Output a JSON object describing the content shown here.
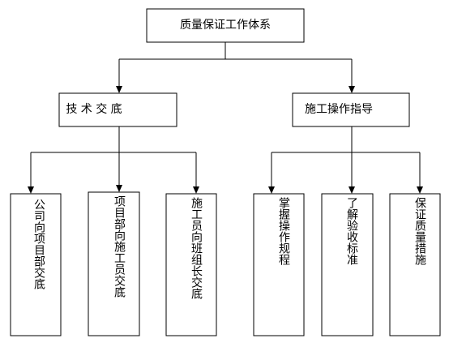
{
  "diagram": {
    "root": {
      "label": "质量保证工作体系"
    },
    "branches": [
      {
        "label": "技 术 交 底",
        "children": [
          "公司向项目部交底",
          "项目部向施工员交底",
          "施工员向班组长交底"
        ]
      },
      {
        "label": "施工操作指导",
        "children": [
          "掌握操作规程",
          "了解验收标准",
          "保证质量措施"
        ]
      }
    ]
  }
}
